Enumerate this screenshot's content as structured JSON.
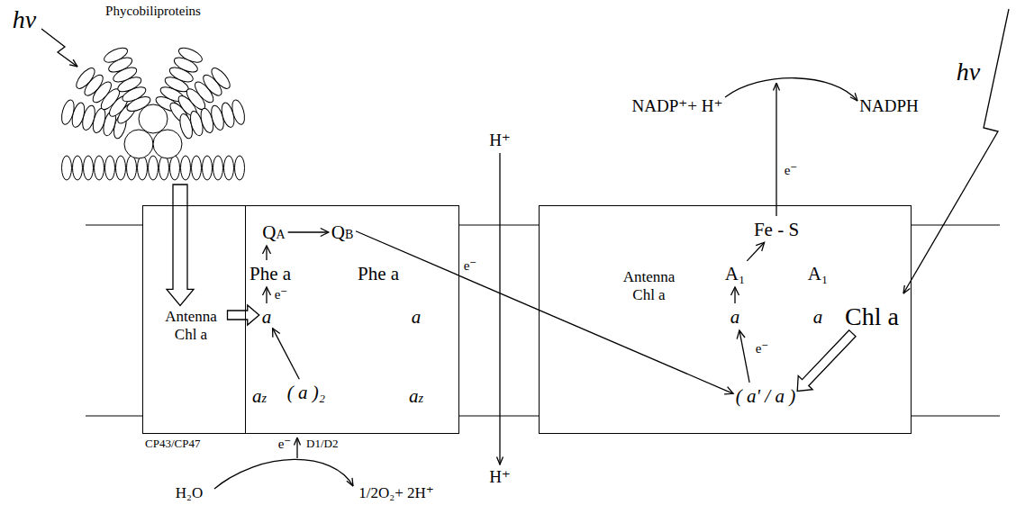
{
  "diagram": {
    "nodes": [
      {
        "text": [
          "Phycobiliproteins"
        ]
      },
      {
        "text": [
          "CP43/CP47"
        ]
      },
      {
        "text": [
          "Antenna Chl a"
        ],
        "in": 1
      },
      {
        "text": [
          "D1/D2"
        ]
      },
      {
        "text": [
          "QA"
        ],
        "in": 3
      },
      {
        "text": [
          "QB"
        ],
        "in": 3
      },
      {
        "text": [
          "Phe a"
        ],
        "in": 3
      },
      {
        "text": [
          "Phe a"
        ],
        "in": 3
      },
      {
        "text": [
          "a"
        ],
        "in": 3
      },
      {
        "text": [
          "a"
        ],
        "in": 3
      },
      {
        "text": [
          "az"
        ],
        "in": 3
      },
      {
        "text": [
          "( a )₂"
        ],
        "in": 3
      },
      {
        "text": [
          "az"
        ],
        "in": 3
      },
      {
        "text": [
          "Antenna Chl a"
        ]
      },
      {
        "text": [
          "Fe - S"
        ],
        "in": 13
      },
      {
        "text": [
          "A₁"
        ],
        "in": 13
      },
      {
        "text": [
          "A₁"
        ],
        "in": 13
      },
      {
        "text": [
          "a"
        ],
        "in": 13
      },
      {
        "text": [
          "a"
        ],
        "in": 13
      },
      {
        "text": [
          "Chl a"
        ],
        "in": 13
      },
      {
        "text": [
          "( a' / a )"
        ],
        "in": 13
      }
    ],
    "edges": [
      {
        "from": 0,
        "to": 2,
        "arrow": "to"
      },
      {
        "from": 2,
        "to": 8,
        "arrow": "to"
      },
      {
        "from": 11,
        "to": 8,
        "arrow": "to"
      },
      {
        "from": 8,
        "to": 6,
        "arrow": "to",
        "label": "e⁻"
      },
      {
        "from": 6,
        "to": 4,
        "arrow": "to"
      },
      {
        "from": 4,
        "to": 5,
        "arrow": "to"
      },
      {
        "from": 5,
        "to": 20,
        "arrow": "to",
        "label": "e⁻"
      },
      {
        "from": 19,
        "to": 20,
        "arrow": "to"
      },
      {
        "from": 20,
        "to": 17,
        "arrow": "to",
        "label": "e⁻"
      },
      {
        "from": 17,
        "to": 15,
        "arrow": "to"
      },
      {
        "from": 15,
        "to": 14,
        "arrow": "to"
      }
    ],
    "labels": [
      "hν",
      "hν",
      "NADP⁺+ H⁺",
      "NADPH",
      "e⁻",
      "H⁺",
      "H⁺",
      "H₂O",
      "1/2O₂+ 2H⁺",
      "e⁻"
    ]
  }
}
